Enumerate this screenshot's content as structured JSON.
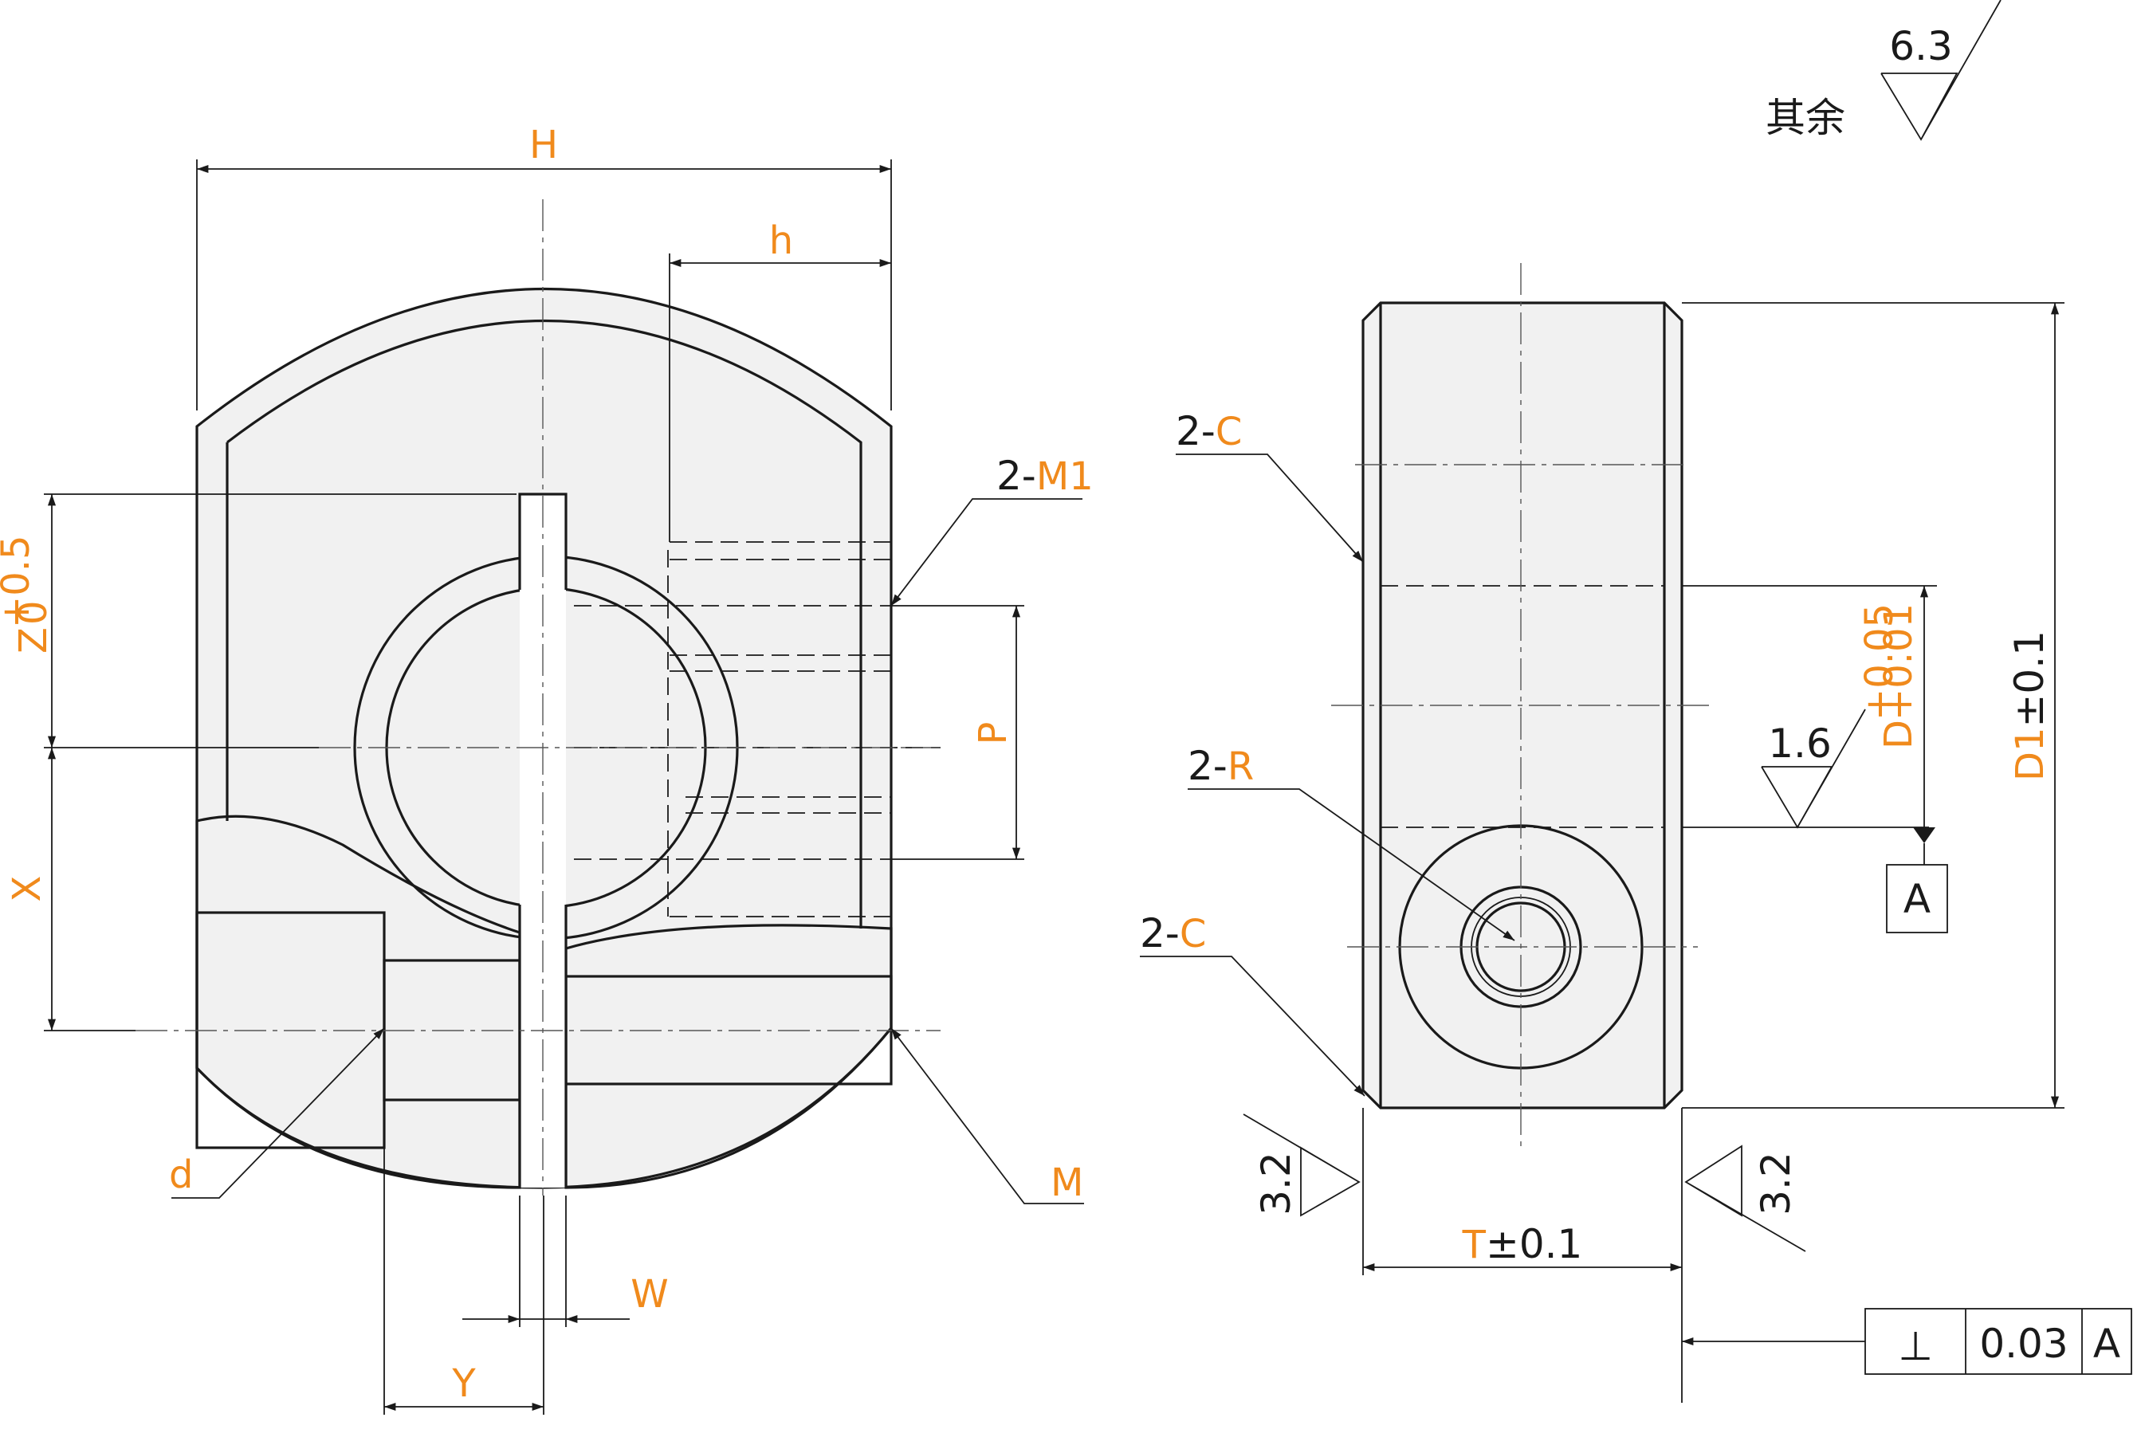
{
  "front_view": {
    "dim_H": "H",
    "dim_h": "h",
    "dim_M1_count": "2-",
    "dim_M1_letter": "M",
    "dim_M1_sub": "1",
    "dim_Z": "Z",
    "dim_Z_upper": "+0.5",
    "dim_Z_lower": "0",
    "dim_P": "P",
    "dim_X": "X",
    "dim_d": "d",
    "dim_M": "M",
    "dim_W": "W",
    "dim_Y": "Y"
  },
  "side_view": {
    "chamfer_top_count": "2-",
    "chamfer_top_letter": "C",
    "radius_count": "2-",
    "radius_letter": "R",
    "chamfer_bottom_count": "2-",
    "chamfer_bottom_letter": "C",
    "dim_D_letter": "D",
    "dim_D_upper": "+0.05",
    "dim_D_lower": "+0.01",
    "dim_D1_letter": "D",
    "dim_D1_sub": "1",
    "dim_D1_tol": "±0.1",
    "dim_T_letter": "T",
    "dim_T_tol": "±0.1",
    "datum_label": "A"
  },
  "surface_finish": {
    "general_label": "其余",
    "general_value": "6.3",
    "bore_value": "1.6",
    "left_face_value": "3.2",
    "right_face_value": "3.2"
  },
  "tolerance_frame": {
    "symbol": "⊥",
    "value": "0.03",
    "datum": "A"
  }
}
